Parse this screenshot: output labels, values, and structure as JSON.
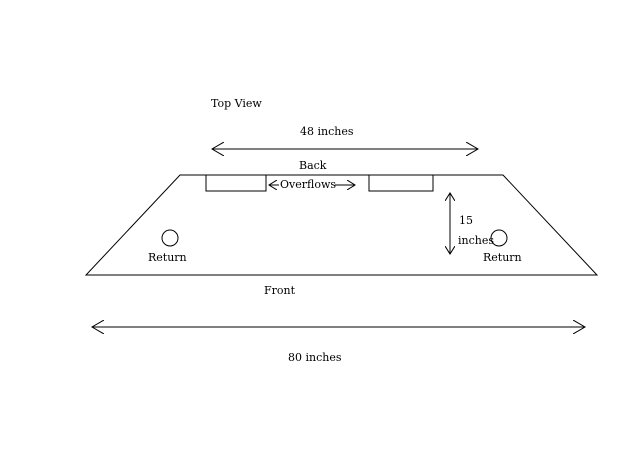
{
  "title": "Top View",
  "dimension_top": "48 inches",
  "label_back": "Back",
  "label_overflows": "Overflows",
  "label_depth_value": "15",
  "label_depth_unit": "inches",
  "label_return_left": "Return",
  "label_return_right": "Return",
  "label_front": "Front",
  "dimension_bottom": "80 inches"
}
